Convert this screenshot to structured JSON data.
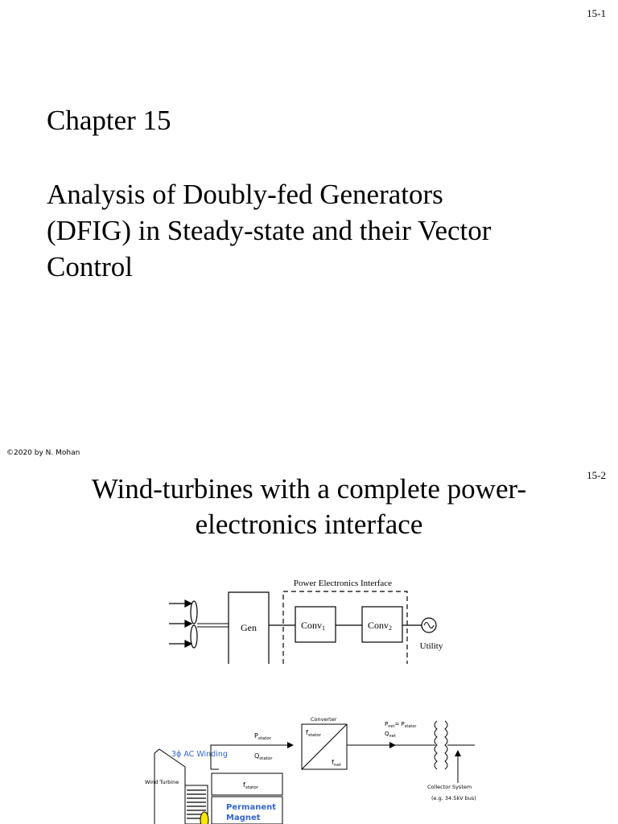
{
  "slide1": {
    "page_number": "15-1",
    "chapter": "Chapter 15",
    "subtitle_lines": [
      "Analysis of Doubly-fed Generators",
      "(DFIG) in Steady-state and their Vector",
      "Control"
    ],
    "copyright": "©2020 by N. Mohan"
  },
  "slide2": {
    "page_number": "15-2",
    "title_lines": [
      "Wind-turbines with a complete power-",
      "electronics interface"
    ],
    "diagram1": {
      "interface_label": "Power Electronics Interface",
      "gen_label": "Gen",
      "conv1_label": "Conv",
      "conv1_sub": "1",
      "conv2_label": "Conv",
      "conv2_sub": "2",
      "utility_label": "Utility"
    },
    "diagram2": {
      "converter_label": "Converter",
      "f_stator_in": "f",
      "f_stator_in_sub": "stator",
      "f_net_out": "f",
      "f_net_out_sub": "net",
      "p_stator": "P",
      "p_stator_sub": "stator",
      "q_stator": "Q",
      "q_stator_sub": "stator",
      "f_stator_box": "f",
      "f_stator_box_sub": "stator",
      "p_net_eq": "P",
      "p_net_sub": "net",
      "p_net_eq_rhs": "= P",
      "p_net_rhs_sub": "stator",
      "q_net": "Q",
      "q_net_sub": "net",
      "winding_label": "3ϕ AC Winding",
      "wind_turbine_label": "Wind Turbine",
      "pm_label_line1": "Permanent",
      "pm_label_line2": "Magnet",
      "collector_label": "Collector System",
      "collector_sub": "(e.g. 34.5kV bus)"
    }
  },
  "colors": {
    "winding_blue": "#3366cc",
    "pm_fill": "#1a1aff",
    "pm_highlight": "#ffe600"
  }
}
